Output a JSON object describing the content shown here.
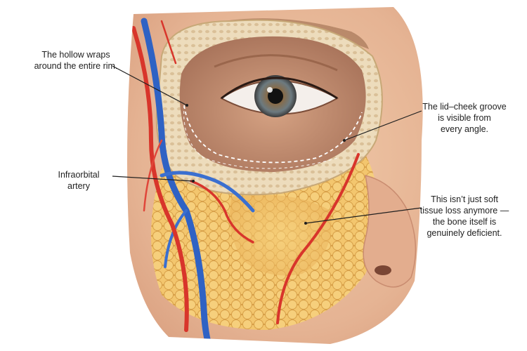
{
  "annotations": {
    "hollow": "The hollow wraps\naround the entire rim.",
    "artery": "Infraorbital\nartery",
    "groove": "The lid–cheek groove\nis visible from\nevery angle.",
    "bone": "This isn’t just soft\ntissue loss anymore —\nthe bone itself is\ngenuinely deficient."
  },
  "colors": {
    "skin": "#e7b99a",
    "bone": "#efe1c4",
    "fat": "#f0c06a",
    "artery": "#d8352b",
    "vein": "#2f62c4",
    "iris": "#6b4a2e"
  }
}
